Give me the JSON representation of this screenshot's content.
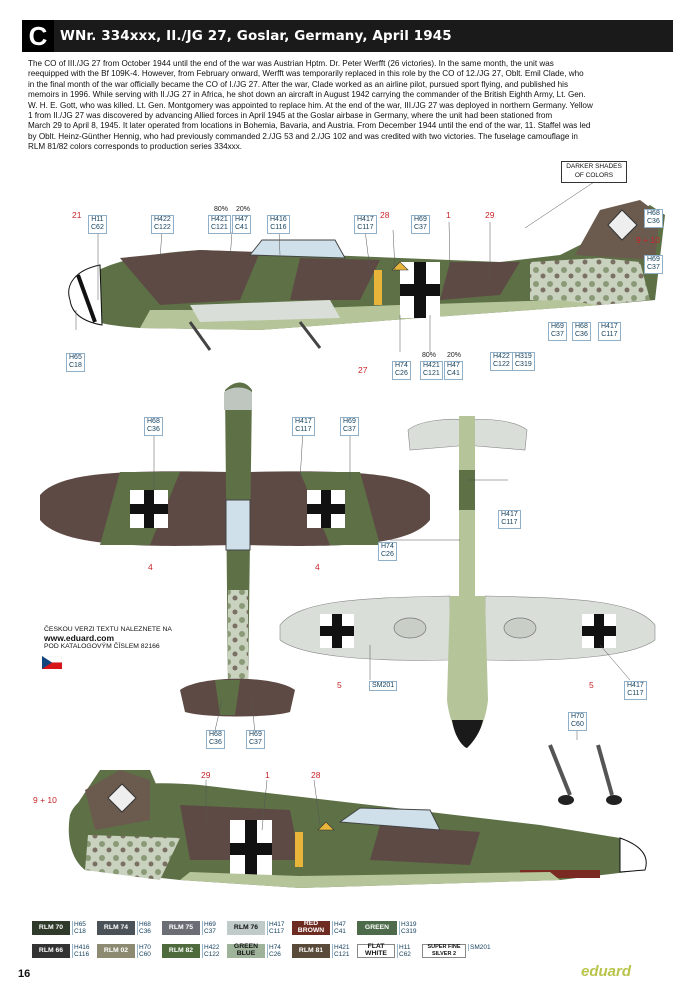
{
  "header": {
    "letter": "C",
    "title": "WNr. 334xxx, II./JG 27, Goslar, Germany, April 1945"
  },
  "description_lines": [
    "The CO of III./JG 27 from October 1944 until the end of the war was Austrian Hptm. Dr. Peter Werfft (26 victories). In the same month, the unit was",
    "reequipped with the Bf 109K-4. However, from February onward, Werfft was temporarily replaced in this role by the CO of 12./JG 27, Oblt. Emil Clade, who",
    "in the final month of the war officially became the CO of I./JG 27. After the war, Clade worked as an airline pilot, pursued sport flying, and published his",
    "memoirs in 1996. While serving with II./JG 27 in Africa, he shot down an aircraft in August 1942 carrying the commander of the British Eighth Army, Lt. Gen.",
    "W. H. E. Gott, who was killed. Lt. Gen. Montgomery was appointed to replace him. At the end of the war, III./JG 27 was deployed in northern Germany. Yellow",
    "1 from II./JG 27 was discovered by advancing Allied forces in April 1945 at the Goslar airbase in Germany, where the unit had been stationed from",
    "March 29 to April 8, 1945. It later operated from locations in Bohemia, Bavaria, and Austria. From December 1944 until the end of the war, 11. Staffel was led",
    "by Oblt. Heinz-Günther Hennig, who had previously commanded 2./JG 53 and 2./JG 102 and was credited with two victories. The fuselage camouflage in",
    "RLM 81/82 colors corresponds to production series 334xxx."
  ],
  "note_box": {
    "line1": "DARKER SHADES",
    "line2": "OF COLORS"
  },
  "czech_note": {
    "line1": "ČESKOU VERZI TEXTU NALEZNETE NA",
    "line2": "www.eduard.com",
    "line3": "POD KATALOGOVÝM ČÍSLEM 82166"
  },
  "callouts": {
    "side_top": [
      {
        "h": "H11",
        "c": "C62"
      },
      {
        "h": "H422",
        "c": "C122"
      },
      {
        "h": "H421",
        "c": "C121"
      },
      {
        "h": "H47",
        "c": "C41"
      },
      {
        "h": "H416",
        "c": "C116"
      },
      {
        "h": "H417",
        "c": "C117"
      },
      {
        "h": "H69",
        "c": "C37"
      },
      {
        "h": "H68",
        "c": "C36"
      },
      {
        "h": "H69",
        "c": "C37"
      },
      {
        "h": "H65",
        "c": "C18"
      },
      {
        "h": "H74",
        "c": "C26"
      },
      {
        "h": "H421",
        "c": "C121"
      },
      {
        "h": "H47",
        "c": "C41"
      },
      {
        "h": "H422",
        "c": "C122"
      },
      {
        "h": "H319",
        "c": "C319"
      },
      {
        "h": "H69",
        "c": "C37"
      },
      {
        "h": "H68",
        "c": "C36"
      },
      {
        "h": "H417",
        "c": "C117"
      }
    ],
    "top_view": [
      {
        "h": "H68",
        "c": "C36"
      },
      {
        "h": "H417",
        "c": "C117"
      },
      {
        "h": "H69",
        "c": "C37"
      },
      {
        "h": "H68",
        "c": "C36"
      },
      {
        "h": "H69",
        "c": "C37"
      }
    ],
    "bottom_view": [
      {
        "h": "H417",
        "c": "C117"
      },
      {
        "h": "H74",
        "c": "C26"
      },
      {
        "h": "SM201",
        "c": ""
      },
      {
        "h": "H417",
        "c": "C117"
      },
      {
        "h": "H70",
        "c": "C60"
      }
    ]
  },
  "numbers": {
    "n21": "21",
    "n28": "28",
    "n1": "1",
    "n29": "29",
    "n910": "9 + 10",
    "n27": "27",
    "n4": "4",
    "n5": "5",
    "p80": "80%",
    "p20": "20%"
  },
  "legend": [
    {
      "name": "RLM 70",
      "h": "H65",
      "c": "C18",
      "color": "#2f3a2a"
    },
    {
      "name": "RLM 74",
      "h": "H68",
      "c": "C36",
      "color": "#4a5258"
    },
    {
      "name": "RLM 75",
      "h": "H69",
      "c": "C37",
      "color": "#6b6f75"
    },
    {
      "name": "RLM 76",
      "h": "H417",
      "c": "C117",
      "color": "#bfcac9"
    },
    {
      "name": "RED BROWN",
      "h": "H47",
      "c": "C41",
      "color": "#6e2b22"
    },
    {
      "name": "GREEN",
      "h": "H319",
      "c": "C319",
      "color": "#4d6b4a"
    },
    {
      "name": "RLM 66",
      "h": "H416",
      "c": "C116",
      "color": "#333333"
    },
    {
      "name": "RLM 02",
      "h": "H70",
      "c": "C60",
      "color": "#8d8a72"
    },
    {
      "name": "RLM 82",
      "h": "H422",
      "c": "C122",
      "color": "#4f6a3c"
    },
    {
      "name": "GREEN BLUE",
      "h": "H74",
      "c": "C26",
      "color": "#9fb39a"
    },
    {
      "name": "RLM 81",
      "h": "H421",
      "c": "C121",
      "color": "#5a4a3a"
    },
    {
      "name": "FLAT WHITE",
      "h": "H11",
      "c": "C62",
      "color": "#ffffff"
    },
    {
      "name": "SUPER FINE SILVER 2",
      "h": "SM201",
      "c": "",
      "color": "#ffffff"
    }
  ],
  "page_number": "16",
  "brand": "eduard",
  "colors": {
    "header_bg": "#1a1a1a",
    "camo_green": "#5d7046",
    "camo_brown": "#5e4a44",
    "light_green": "#b6c49a",
    "under_grey": "#d9dfd8",
    "yellow": "#e8b43a",
    "callout_blue": "#16425e",
    "number_red": "#c8242a"
  }
}
